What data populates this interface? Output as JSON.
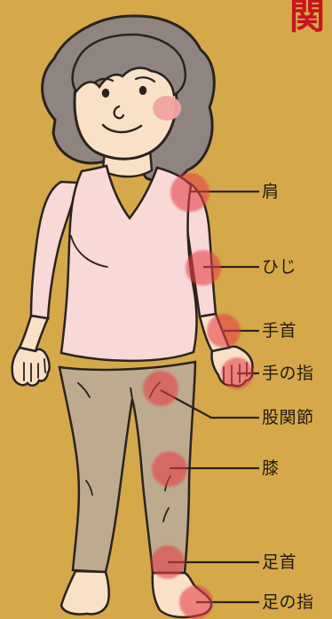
{
  "heading_fragment": "関",
  "labels": {
    "shoulder": "肩",
    "elbow": "ひじ",
    "wrist": "手首",
    "finger": "手の指",
    "hip": "股関節",
    "knee": "膝",
    "ankle": "足首",
    "toe": "足の指"
  },
  "colors": {
    "background": "#D5A94A",
    "heading": "#C8141E",
    "marker": "#E63C46",
    "hair": "#8E8580",
    "skin": "#F8E1C7",
    "shirt": "#F8D9D7",
    "pants": "#BEAB8F",
    "outline": "#2B231D"
  }
}
